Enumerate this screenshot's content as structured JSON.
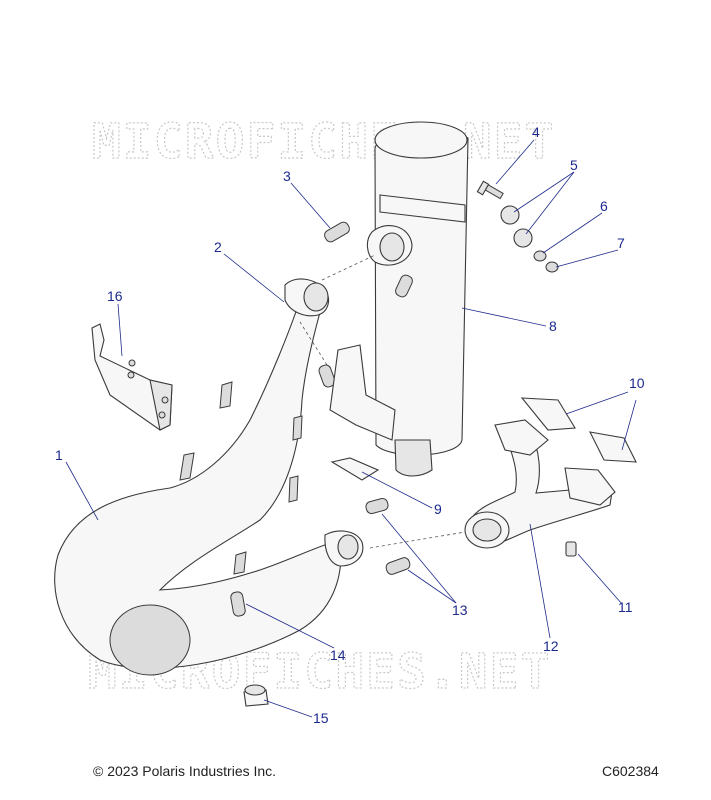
{
  "watermark": {
    "top_text": "MICROFICHES.NET",
    "bottom_text": "MICROFICHES.NET"
  },
  "callouts": [
    {
      "id": "1",
      "label": "1"
    },
    {
      "id": "2",
      "label": "2"
    },
    {
      "id": "3",
      "label": "3"
    },
    {
      "id": "4",
      "label": "4"
    },
    {
      "id": "5",
      "label": "5"
    },
    {
      "id": "6",
      "label": "6"
    },
    {
      "id": "7",
      "label": "7"
    },
    {
      "id": "8",
      "label": "8"
    },
    {
      "id": "9",
      "label": "9"
    },
    {
      "id": "10",
      "label": "10"
    },
    {
      "id": "11",
      "label": "11"
    },
    {
      "id": "12",
      "label": "12"
    },
    {
      "id": "13",
      "label": "13"
    },
    {
      "id": "14",
      "label": "14"
    },
    {
      "id": "15",
      "label": "15"
    },
    {
      "id": "16",
      "label": "16"
    }
  ],
  "footer": {
    "copyright": "© 2023 Polaris Industries Inc.",
    "figure_id": "C602384"
  },
  "colors": {
    "callout": "#1c2a8c",
    "outline": "#3a3a3a",
    "watermark": "#c9c9c9"
  }
}
